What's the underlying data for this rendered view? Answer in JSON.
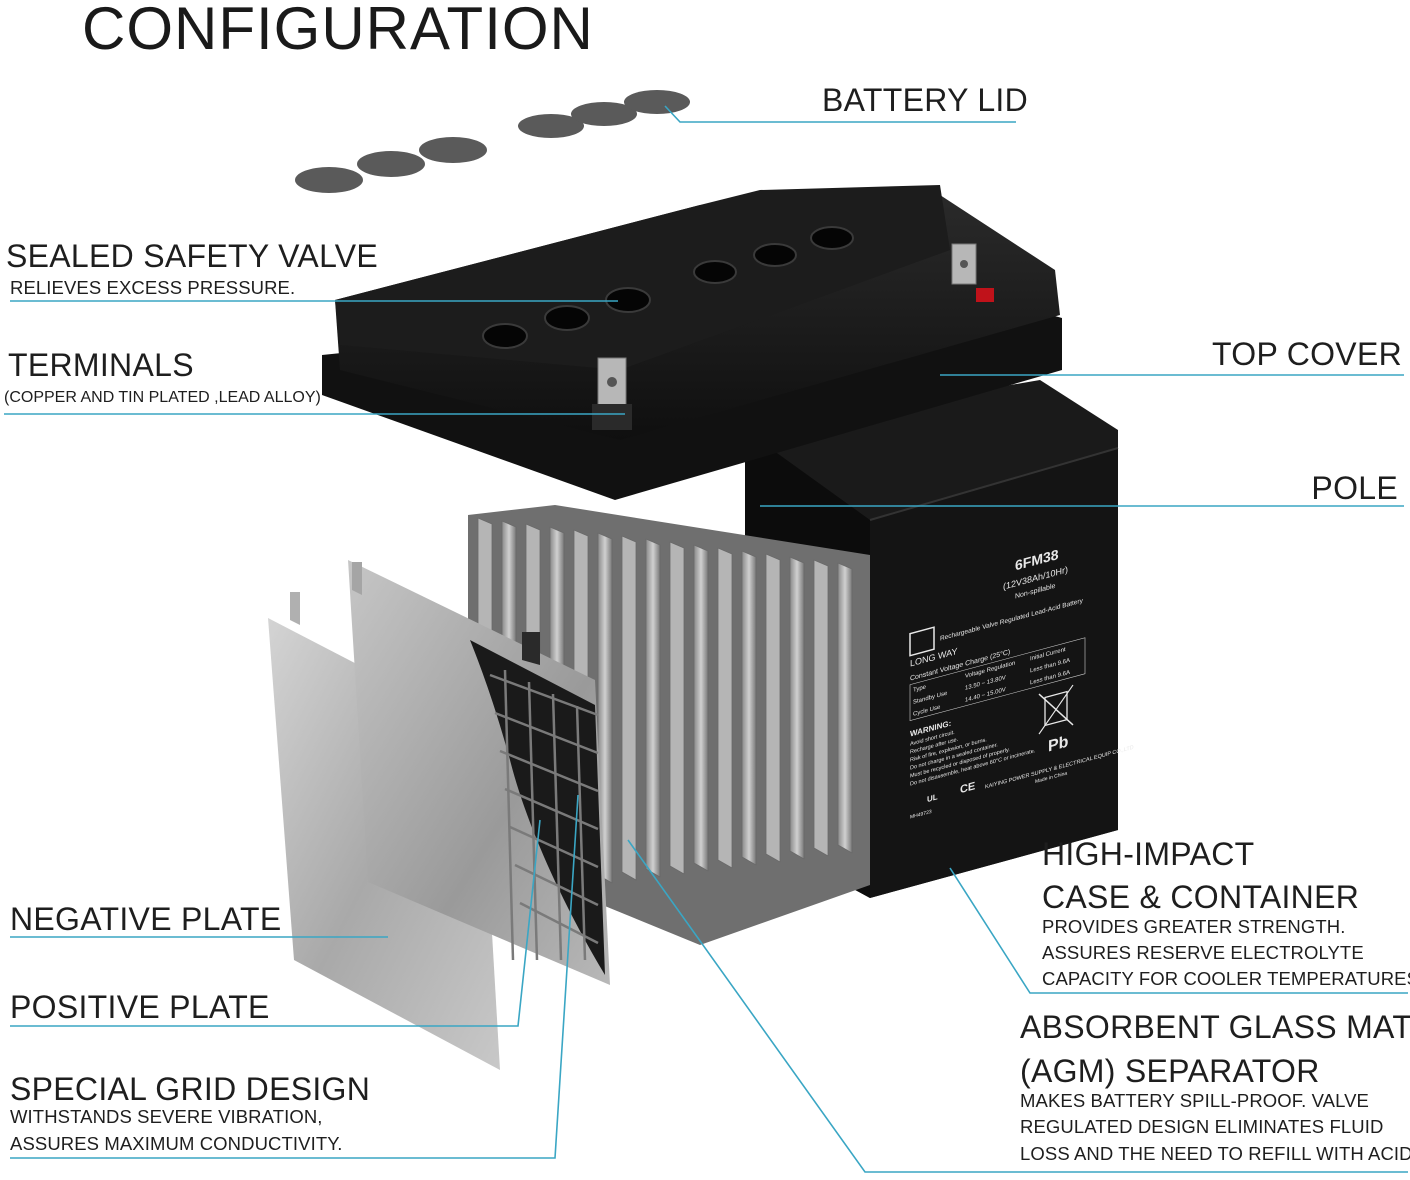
{
  "title": "CONFIGURATION",
  "labels": {
    "battery_lid": "BATTERY LID",
    "sealed_valve": {
      "title": "SEALED SAFETY VALVE",
      "desc": "RELIEVES EXCESS PRESSURE."
    },
    "terminals": {
      "title": "TERMINALS",
      "desc": "(COPPER AND TIN PLATED ,LEAD ALLOY)"
    },
    "top_cover": "TOP COVER",
    "pole": "POLE",
    "high_impact": {
      "line1": "HIGH-IMPACT",
      "line2": "CASE & CONTAINER",
      "desc1": "PROVIDES GREATER STRENGTH.",
      "desc2": "ASSURES RESERVE ELECTROLYTE",
      "desc3": "CAPACITY FOR COOLER TEMPERATURES."
    },
    "negative_plate": "NEGATIVE PLATE",
    "positive_plate": "POSITIVE PLATE",
    "special_grid": {
      "title": "SPECIAL GRID DESIGN",
      "desc1": "WITHSTANDS SEVERE VIBRATION,",
      "desc2": "ASSURES MAXIMUM CONDUCTIVITY."
    },
    "agm": {
      "line1": "ABSORBENT GLASS MAT",
      "line2": "(AGM) SEPARATOR",
      "desc1": "MAKES BATTERY SPILL-PROOF. VALVE",
      "desc2": "REGULATED DESIGN ELIMINATES FLUID",
      "desc3": "LOSS AND THE NEED TO REFILL WITH ACID."
    }
  },
  "battery_label": {
    "model": "6FM38",
    "rating": "(12V38Ah/10Hr)",
    "spill": "Non-spillable",
    "brand": "LONG WAY",
    "type": "Rechargeable Valve Regulated Lead-Acid Battery",
    "constant_voltage": "Constant Voltage Charge (25°C)",
    "table_header": [
      "Type",
      "Voltage Regulation",
      "Initial Current"
    ],
    "table_rows": [
      [
        "Standby Use",
        "13.50 ~ 13.80V",
        "Less than 9.6A"
      ],
      [
        "Cycle Use",
        "14.40 ~ 15.00V",
        "Less than 9.6A"
      ]
    ],
    "warning": "WARNING:",
    "warning_lines": [
      "Avoid short circuit.",
      "Recharge after use.",
      "Risk of fire, explosion, or burns.",
      "Do not charge in a sealed container.",
      "Must be recycled or disposed of properly.",
      "Do not disassemble, heat above 60°C or incinerate."
    ],
    "manufacturer": "KAIYING POWER SUPPLY & ELECTRICAL EQUIP CO.,LTD",
    "made_in": "Made in China",
    "ce": "CE",
    "pb": "Pb",
    "ul": "UL",
    "ul_code": "MH49723"
  },
  "colors": {
    "leader": "#3aa6c4",
    "case": "#151515",
    "plate": "#b9b9b9",
    "text": "#1e1e1e"
  }
}
